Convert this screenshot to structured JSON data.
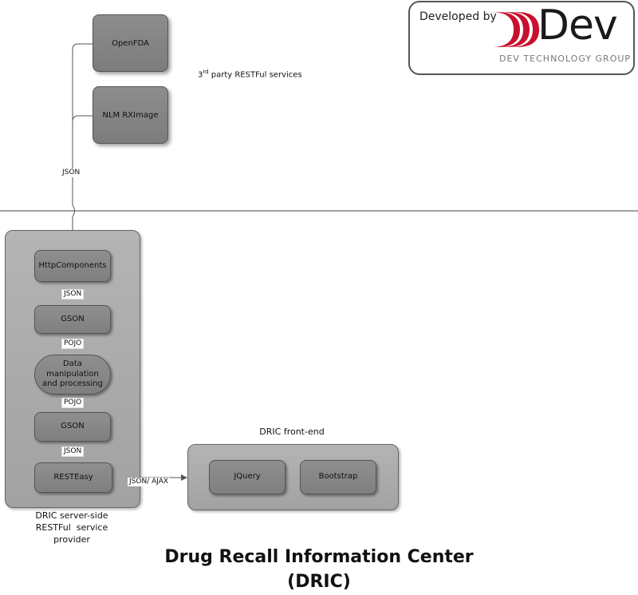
{
  "third_party": {
    "services": [
      "OpenFDA",
      "NLM RXImage"
    ],
    "label_prefix": "3",
    "label_sup": "rd",
    "label_suffix": " party RESTFul services",
    "connector_label": "JSON"
  },
  "server": {
    "components": [
      "HttpComponents",
      "GSON",
      "Data manipulation and processing",
      "GSON",
      "RESTEasy"
    ],
    "connector_labels": [
      "JSON",
      "POJO",
      "POJO",
      "JSON"
    ],
    "caption_lines": [
      "DRIC server-side",
      "RESTFul  service",
      "provider"
    ]
  },
  "frontend": {
    "title": "DRIC front-end",
    "components": [
      "JQuery",
      "Bootstrap"
    ],
    "connector_label": "JSON/ AJAX"
  },
  "logo": {
    "developed_by": "Developed by",
    "brand": "Dev",
    "tagline": "DEV TECHNOLOGY GROUP",
    "brand_color": "#c8102e"
  },
  "title_lines": [
    "Drug Recall Information Center",
    "(DRIC)"
  ]
}
